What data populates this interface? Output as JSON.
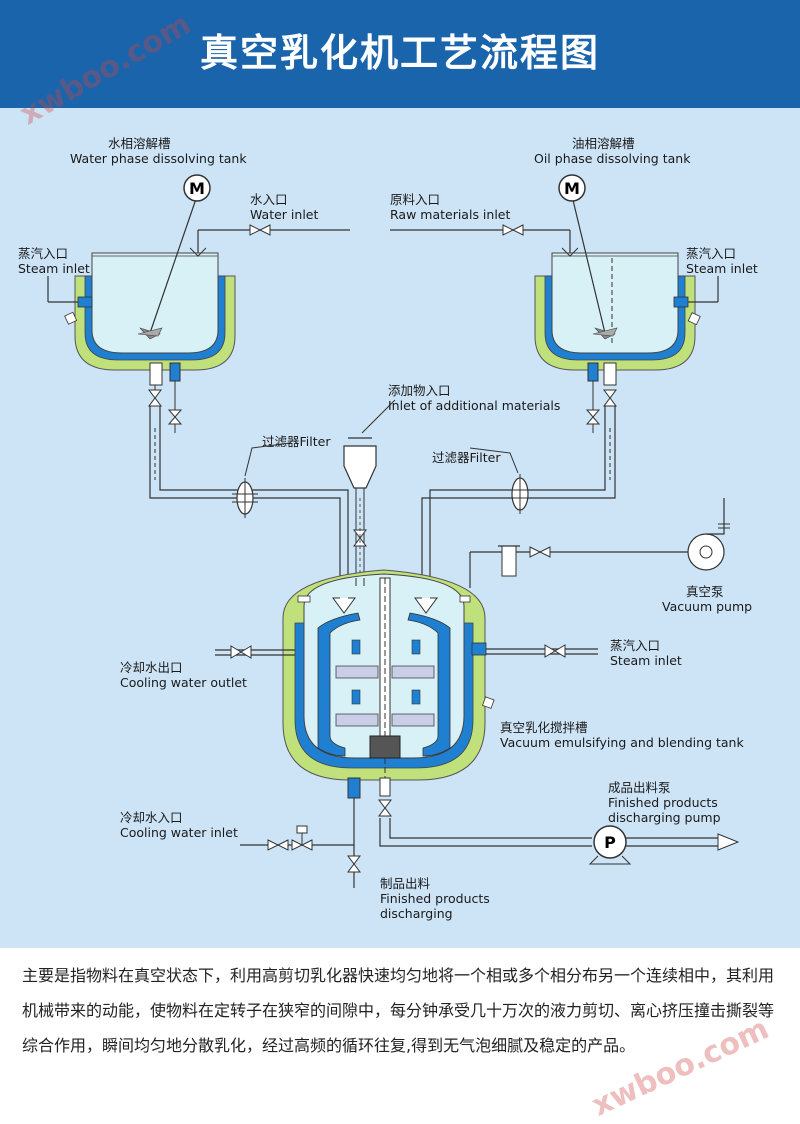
{
  "title": "真空乳化机工艺流程图",
  "watermark": "xwboo.com",
  "colors": {
    "header": "#1a64ab",
    "diagram_bg": "#cde4f6",
    "jacket_outer": "#bfe07a",
    "jacket_inner": "#1f7fd0",
    "tank_fill": "#d7f1f7"
  },
  "labels": {
    "water_tank": {
      "zh": "水相溶解槽",
      "en": "Water phase dissolving tank"
    },
    "oil_tank": {
      "zh": "油相溶解槽",
      "en": "Oil phase dissolving tank"
    },
    "water_inlet": {
      "zh": "水入口",
      "en": "Water inlet"
    },
    "raw_inlet": {
      "zh": "原料入口",
      "en": "Raw materials inlet"
    },
    "steam_left": {
      "zh": "蒸汽入口",
      "en": "Steam inlet"
    },
    "steam_right": {
      "zh": "蒸汽入口",
      "en": "Steam inlet"
    },
    "additional": {
      "zh": "添加物入口",
      "en": "Inlet of additional materials"
    },
    "filter_left": "过滤器Filter",
    "filter_right": "过滤器Filter",
    "vacuum_pump": {
      "zh": "真空泵",
      "en": "Vacuum pump"
    },
    "cooling_out": {
      "zh": "冷却水出口",
      "en": "Cooling water outlet"
    },
    "steam_main": {
      "zh": "蒸汽入口",
      "en": "Steam inlet"
    },
    "main_tank": {
      "zh": "真空乳化搅拌槽",
      "en": "Vacuum emulsifying and blending tank"
    },
    "discharge_pump": {
      "zh": "成品出料泵",
      "en1": "Finished products",
      "en2": "discharging pump"
    },
    "cooling_in": {
      "zh": "冷却水入口",
      "en": "Cooling water inlet"
    },
    "product_out": {
      "zh": "制品出料",
      "en1": "Finished products",
      "en2": "discharging"
    },
    "motor_left": "M",
    "motor_right": "M",
    "pump_p": "P"
  },
  "description": "主要是指物料在真空状态下，利用高剪切乳化器快速均匀地将一个相或多个相分布另一个连续相中，其利用机械带来的动能，使物料在定转子在狭窄的间隙中，每分钟承受几十万次的液力剪切、离心挤压撞击撕裂等综合作用，瞬间均匀地分散乳化，经过高频的循环往复,得到无气泡细腻及稳定的产品。"
}
